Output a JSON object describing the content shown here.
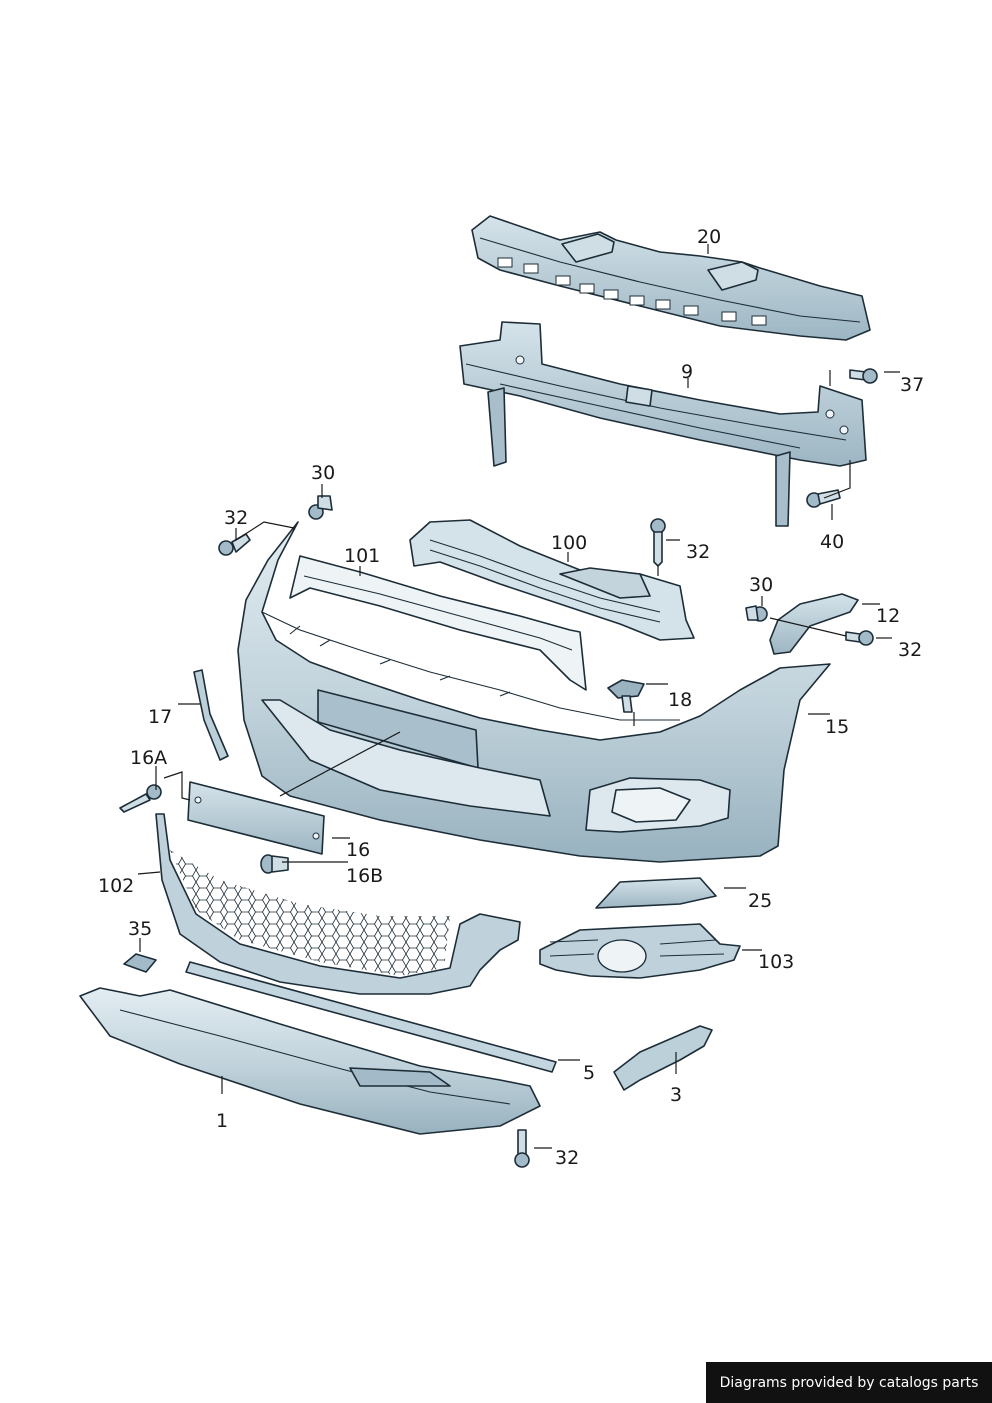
{
  "diagram": {
    "footer_text": "Diagrams provided by catalogs parts",
    "colors": {
      "part_fill": "#b9ccd6",
      "part_light": "#e3edf2",
      "part_dark": "#8ea8b6",
      "outline": "#1d2d38",
      "footer_bg": "#111111"
    },
    "labels": {
      "l20": "20",
      "l9": "9",
      "l37": "37",
      "l40": "40",
      "l30a": "30",
      "l32a": "32",
      "l101": "101",
      "l100": "100",
      "l32b": "32",
      "l30b": "30",
      "l12": "12",
      "l32c": "32",
      "l18": "18",
      "l15": "15",
      "l17": "17",
      "l16a": "16A",
      "l16": "16",
      "l16b": "16B",
      "l102": "102",
      "l25": "25",
      "l35": "35",
      "l103": "103",
      "l5": "5",
      "l3": "3",
      "l1": "1",
      "l32d": "32"
    }
  }
}
